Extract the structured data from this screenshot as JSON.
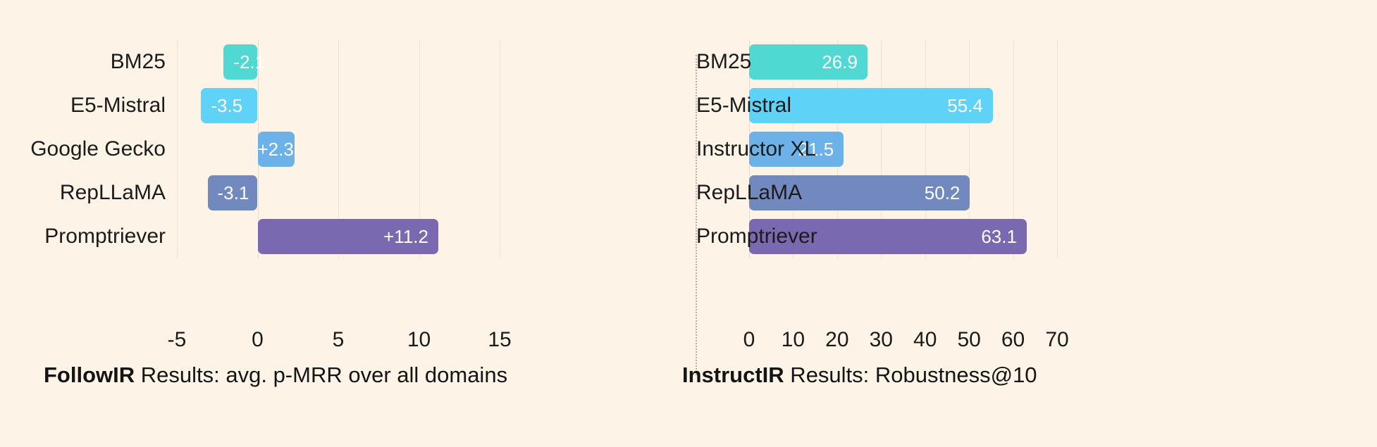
{
  "background_color": "#fdf4e7",
  "palette": {
    "bm25": "#4fd9d2",
    "e5_mistral": "#5fd2f8",
    "third": "#6cb1e8",
    "repllama": "#7289bf",
    "promptriever": "#7a68b0",
    "gridline": "#efe4d4",
    "text": "#1b1b1b",
    "value_text": "#ffffff",
    "divider": "#b9ad9b"
  },
  "chart_data": [
    {
      "id": "followir",
      "type": "bar",
      "orientation": "horizontal",
      "title": "",
      "caption_bold": "FollowIR",
      "caption_rest": " Results: avg. p-MRR over all domains",
      "categories": [
        "BM25",
        "E5-Mistral",
        "Google Gecko",
        "RepLLaMA",
        "Promptriever"
      ],
      "values": [
        -2.1,
        -3.5,
        2.3,
        -3.1,
        11.2
      ],
      "value_labels": [
        "-2.1",
        "-3.5",
        "+2.3",
        "-3.1",
        "+11.2"
      ],
      "colors": [
        "#4fd9d2",
        "#5fd2f8",
        "#6cb1e8",
        "#7289bf",
        "#7a68b0"
      ],
      "xlabel": "",
      "ylabel": "",
      "xlim": [
        -5,
        15
      ],
      "xticks": [
        -5,
        0,
        5,
        10,
        15
      ],
      "xtick_labels": [
        "-5",
        "0",
        "5",
        "10",
        "15"
      ],
      "grid": true,
      "legend": "none"
    },
    {
      "id": "instructir",
      "type": "bar",
      "orientation": "horizontal",
      "title": "",
      "caption_bold": "InstructIR",
      "caption_rest": " Results: Robustness@10",
      "categories": [
        "BM25",
        "E5-Mistral",
        "Instructor XL",
        "RepLLaMA",
        "Promptriever"
      ],
      "values": [
        26.9,
        55.4,
        21.5,
        50.2,
        63.1
      ],
      "value_labels": [
        "26.9",
        "55.4",
        "21.5",
        "50.2",
        "63.1"
      ],
      "colors": [
        "#4fd9d2",
        "#5fd2f8",
        "#6cb1e8",
        "#7289bf",
        "#7a68b0"
      ],
      "xlabel": "",
      "ylabel": "",
      "xlim": [
        0,
        70
      ],
      "xticks": [
        0,
        10,
        20,
        30,
        40,
        50,
        60,
        70
      ],
      "xtick_labels": [
        "0",
        "10",
        "20",
        "30",
        "40",
        "50",
        "60",
        "70"
      ],
      "grid": true,
      "legend": "none"
    }
  ]
}
